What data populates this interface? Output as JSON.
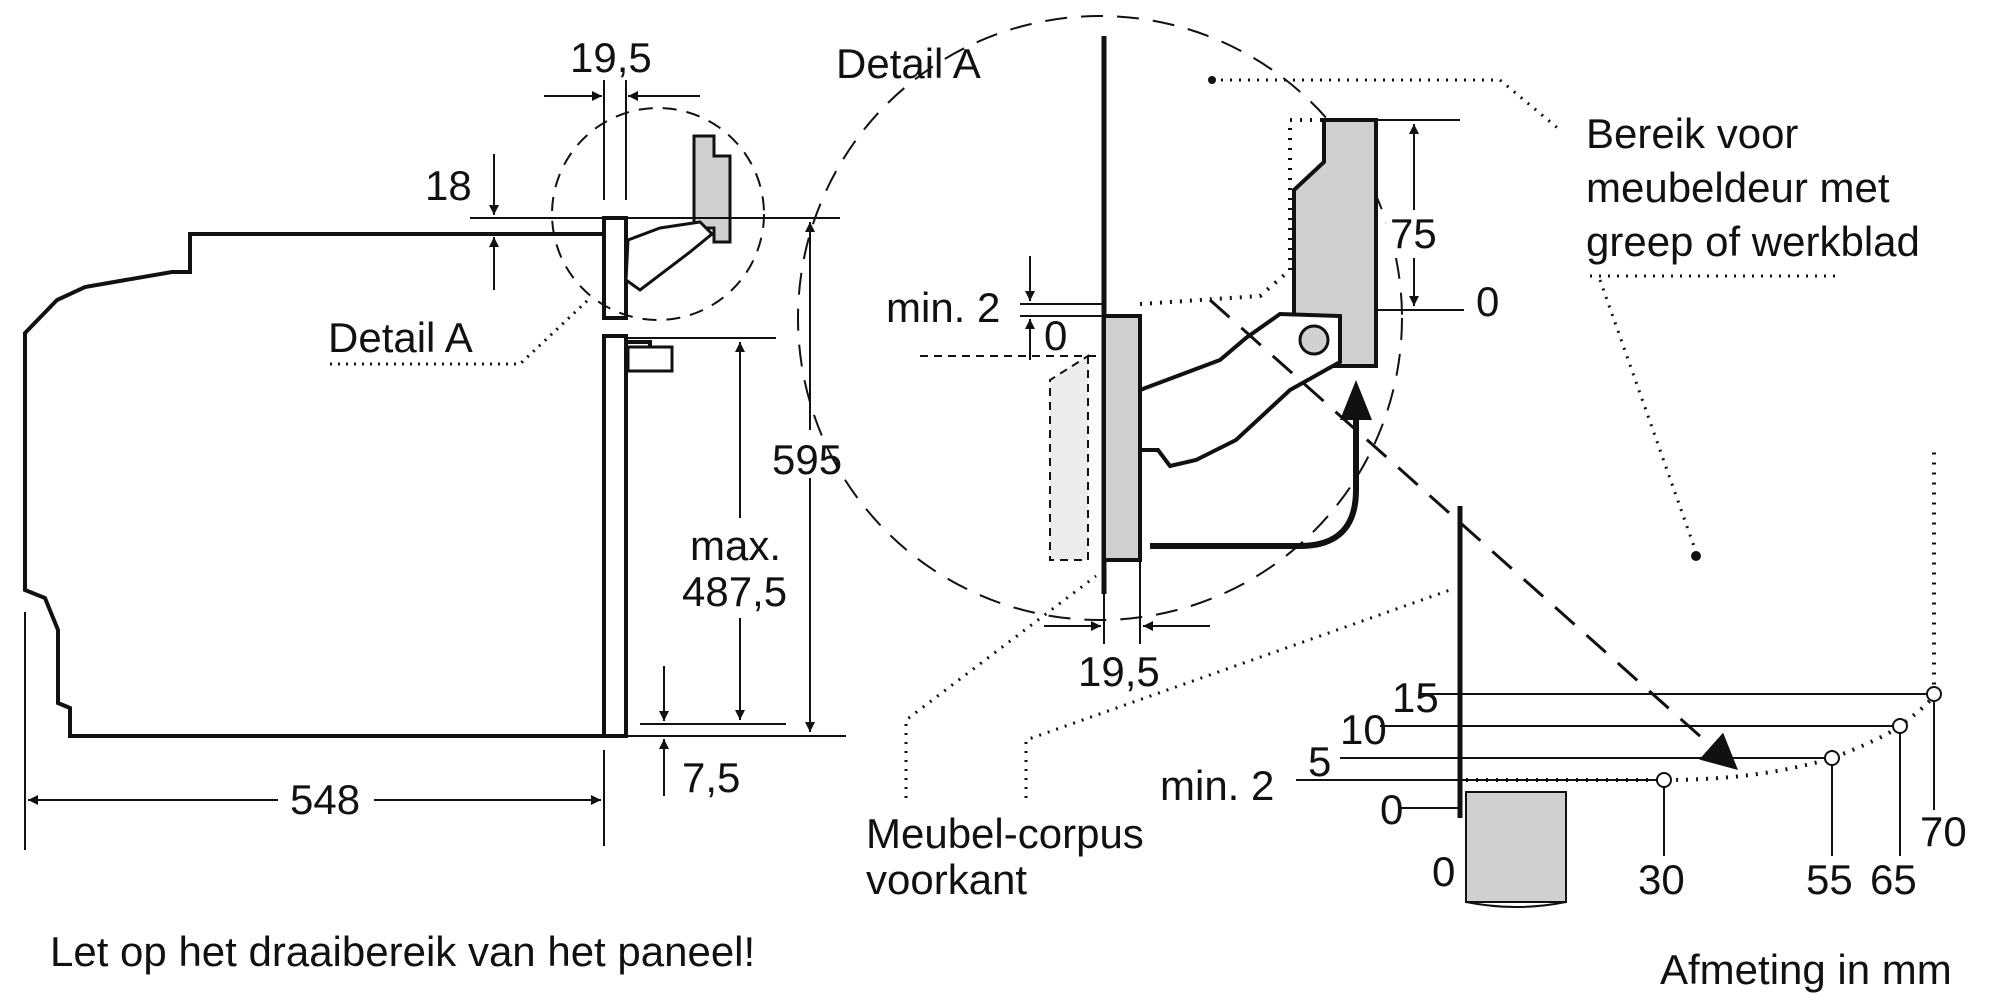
{
  "labels": {
    "dim_19_5_top": "19,5",
    "dim_18": "18",
    "detail_a_small": "Detail A",
    "detail_a_big": "Detail A",
    "dim_595": "595",
    "max_line1": "max.",
    "max_line2": "487,5",
    "dim_548": "548",
    "dim_7_5": "7,5",
    "min_2_detail": "min. 2",
    "zero_detail": "0",
    "dim_75": "75",
    "zero_75": "0",
    "dim_19_5_bottom": "19,5",
    "bereik_line1": "Bereik voor",
    "bereik_line2": "meubeldeur met",
    "bereik_line3": "greep of werkblad",
    "corpus_line1": "Meubel-corpus",
    "corpus_line2": "voorkant",
    "graph_y_15": "15",
    "graph_y_10": "10",
    "graph_y_5": "5",
    "graph_y_min2": "min. 2",
    "graph_y_0": "0",
    "graph_x_0": "0",
    "graph_x_30": "30",
    "graph_x_55": "55",
    "graph_x_65": "65",
    "graph_x_70": "70",
    "footer_note": "Let op het draaibereik van het paneel!",
    "unit_note": "Afmeting in mm"
  },
  "colors": {
    "line": "#111111",
    "panel_fill": "#d0d0d0",
    "light_fill": "#ececec"
  }
}
